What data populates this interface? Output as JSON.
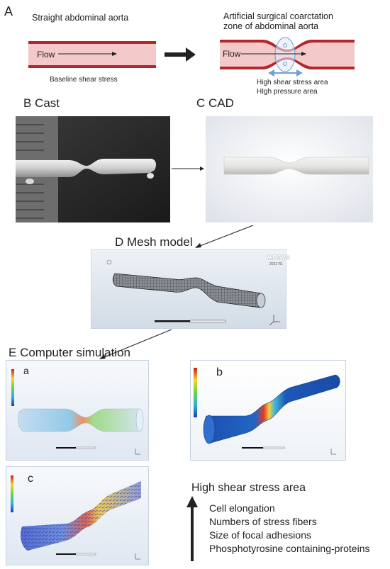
{
  "panels": {
    "a_letter": "A",
    "b_letter": "B",
    "c_letter": "C",
    "d_letter": "D",
    "e_letter": "E"
  },
  "panel_a": {
    "left_title": "Straight  abdominal aorta",
    "right_title_line1": "Artificial surgical coarctation",
    "right_title_line2": "zone of abdominal aorta",
    "flow_label": "Flow",
    "baseline_label": "Baseline shear stress",
    "high_shear_label": "High shear stress area",
    "high_pressure_label": "HIgh pressure area"
  },
  "panel_b": {
    "title": "Cast"
  },
  "panel_c": {
    "title": "CAD"
  },
  "panel_d": {
    "title": "Mesh model",
    "brand": "Ansys",
    "version": "2022 R1"
  },
  "panel_e": {
    "title": "Computer simulation",
    "sub_a": "a",
    "sub_b": "b",
    "sub_c": "c"
  },
  "summary": {
    "heading": "High shear stress area",
    "items": [
      "Cell elongation",
      "Numbers of stress fibers",
      "Size of focal adhesions",
      "Phosphotyrosine containing-proteins"
    ]
  },
  "colors": {
    "vessel_wall": "#c0343c",
    "vessel_lumen": "#f2c6c6",
    "arrow": "#222222",
    "stenosis_blue": "#6f9fd8"
  }
}
